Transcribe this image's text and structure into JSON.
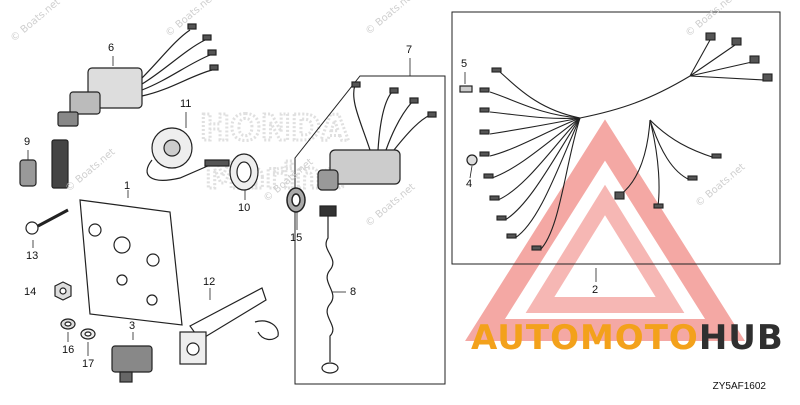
{
  "diagram": {
    "callouts": [
      {
        "id": "c1",
        "label": "1"
      },
      {
        "id": "c2",
        "label": "2"
      },
      {
        "id": "c3",
        "label": "3"
      },
      {
        "id": "c6",
        "label": "6"
      },
      {
        "id": "c7",
        "label": "7"
      },
      {
        "id": "c8",
        "label": "8"
      },
      {
        "id": "c9",
        "label": "9"
      },
      {
        "id": "c10",
        "label": "10"
      },
      {
        "id": "c11",
        "label": "11"
      },
      {
        "id": "c12",
        "label": "12"
      },
      {
        "id": "c13",
        "label": "13"
      },
      {
        "id": "c14",
        "label": "14"
      },
      {
        "id": "c15",
        "label": "15"
      },
      {
        "id": "c16",
        "label": "16"
      },
      {
        "id": "c17",
        "label": "17"
      },
      {
        "id": "c5",
        "label": "5"
      },
      {
        "id": "c4",
        "label": "4"
      }
    ],
    "diagram_code": "ZY5AF1602",
    "watermark_text": "© Boats.net",
    "background_brand": "HONDA Marine",
    "logo": {
      "part1": "AUTOMOTO",
      "part2": "HUB",
      "color1": "#f3a11b",
      "color2": "#2f2f2f"
    },
    "accent_color": "#e8453c"
  }
}
